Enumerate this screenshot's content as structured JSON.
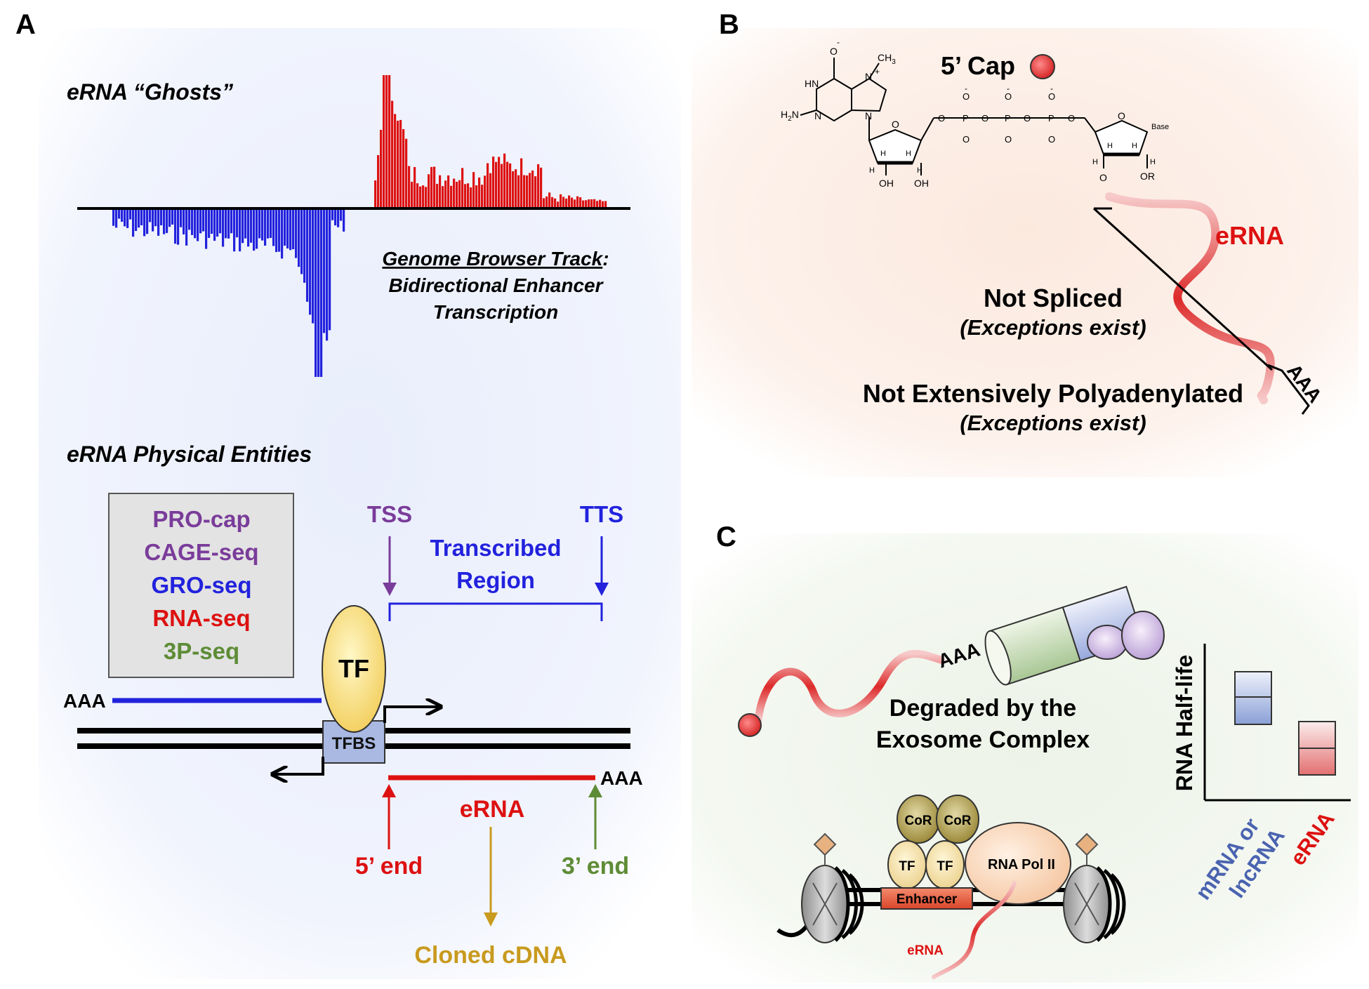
{
  "panel_labels": {
    "a": "A",
    "b": "B",
    "c": "C"
  },
  "colors": {
    "blue": "#2222dd",
    "red": "#dd1111",
    "purple": "#7a3c9a",
    "green": "#5e8c36",
    "gold": "#c89a1e",
    "black": "#000000"
  },
  "panel_a": {
    "ghosts_title": "eRNA “Ghosts”",
    "track_caption": {
      "line1": "Genome Browser Track",
      "line1_suffix": ":",
      "line2": "Bidirectional Enhancer",
      "line3": "Transcription"
    },
    "entities_title": "eRNA Physical Entities",
    "methods": [
      "PRO-cap",
      "CAGE-seq",
      "GRO-seq",
      "RNA-seq",
      "3P-seq"
    ],
    "tss": "TSS",
    "tts": "TTS",
    "transcribed_region": [
      "Transcribed",
      "Region"
    ],
    "tf": "TF",
    "tfbs": "TFBS",
    "aaa_left": "AAA",
    "aaa_right": "AAA",
    "erna": "eRNA",
    "five_end": "5’ end",
    "three_end": "3’ end",
    "cloned_cdna": "Cloned cDNA"
  },
  "panel_b": {
    "cap": "5’ Cap",
    "erna": "eRNA",
    "not_spliced": "Not Spliced",
    "exceptions_1": "(Exceptions exist)",
    "not_polyA": "Not Extensively Polyadenylated",
    "exceptions_2": "(Exceptions exist)",
    "aaa": "AAA",
    "chem": {
      "ch3": "CH",
      "ch3_sub": "3",
      "o_minus": "O",
      "nplus": "N",
      "plus": "+",
      "n": "N",
      "hn": "HN",
      "h2n": "H",
      "h2n_sub": "2",
      "h2n_n": "N",
      "o": "O",
      "p": "P",
      "minus": "-",
      "h": "H",
      "oh": "OH",
      "or": "OR",
      "base": "Base"
    }
  },
  "panel_c": {
    "aaa": "AAA",
    "degraded_line1": "Degraded by the",
    "degraded_line2": "Exosome Complex",
    "cor": "CoR",
    "tf": "TF",
    "pol": "RNA Pol II",
    "enhancer": "Enhancer",
    "erna_small": "eRNA",
    "ylabel": "RNA Half-life",
    "cat1_line1": "mRNA or",
    "cat1_line2": "lncRNA",
    "cat2": "eRNA"
  }
}
